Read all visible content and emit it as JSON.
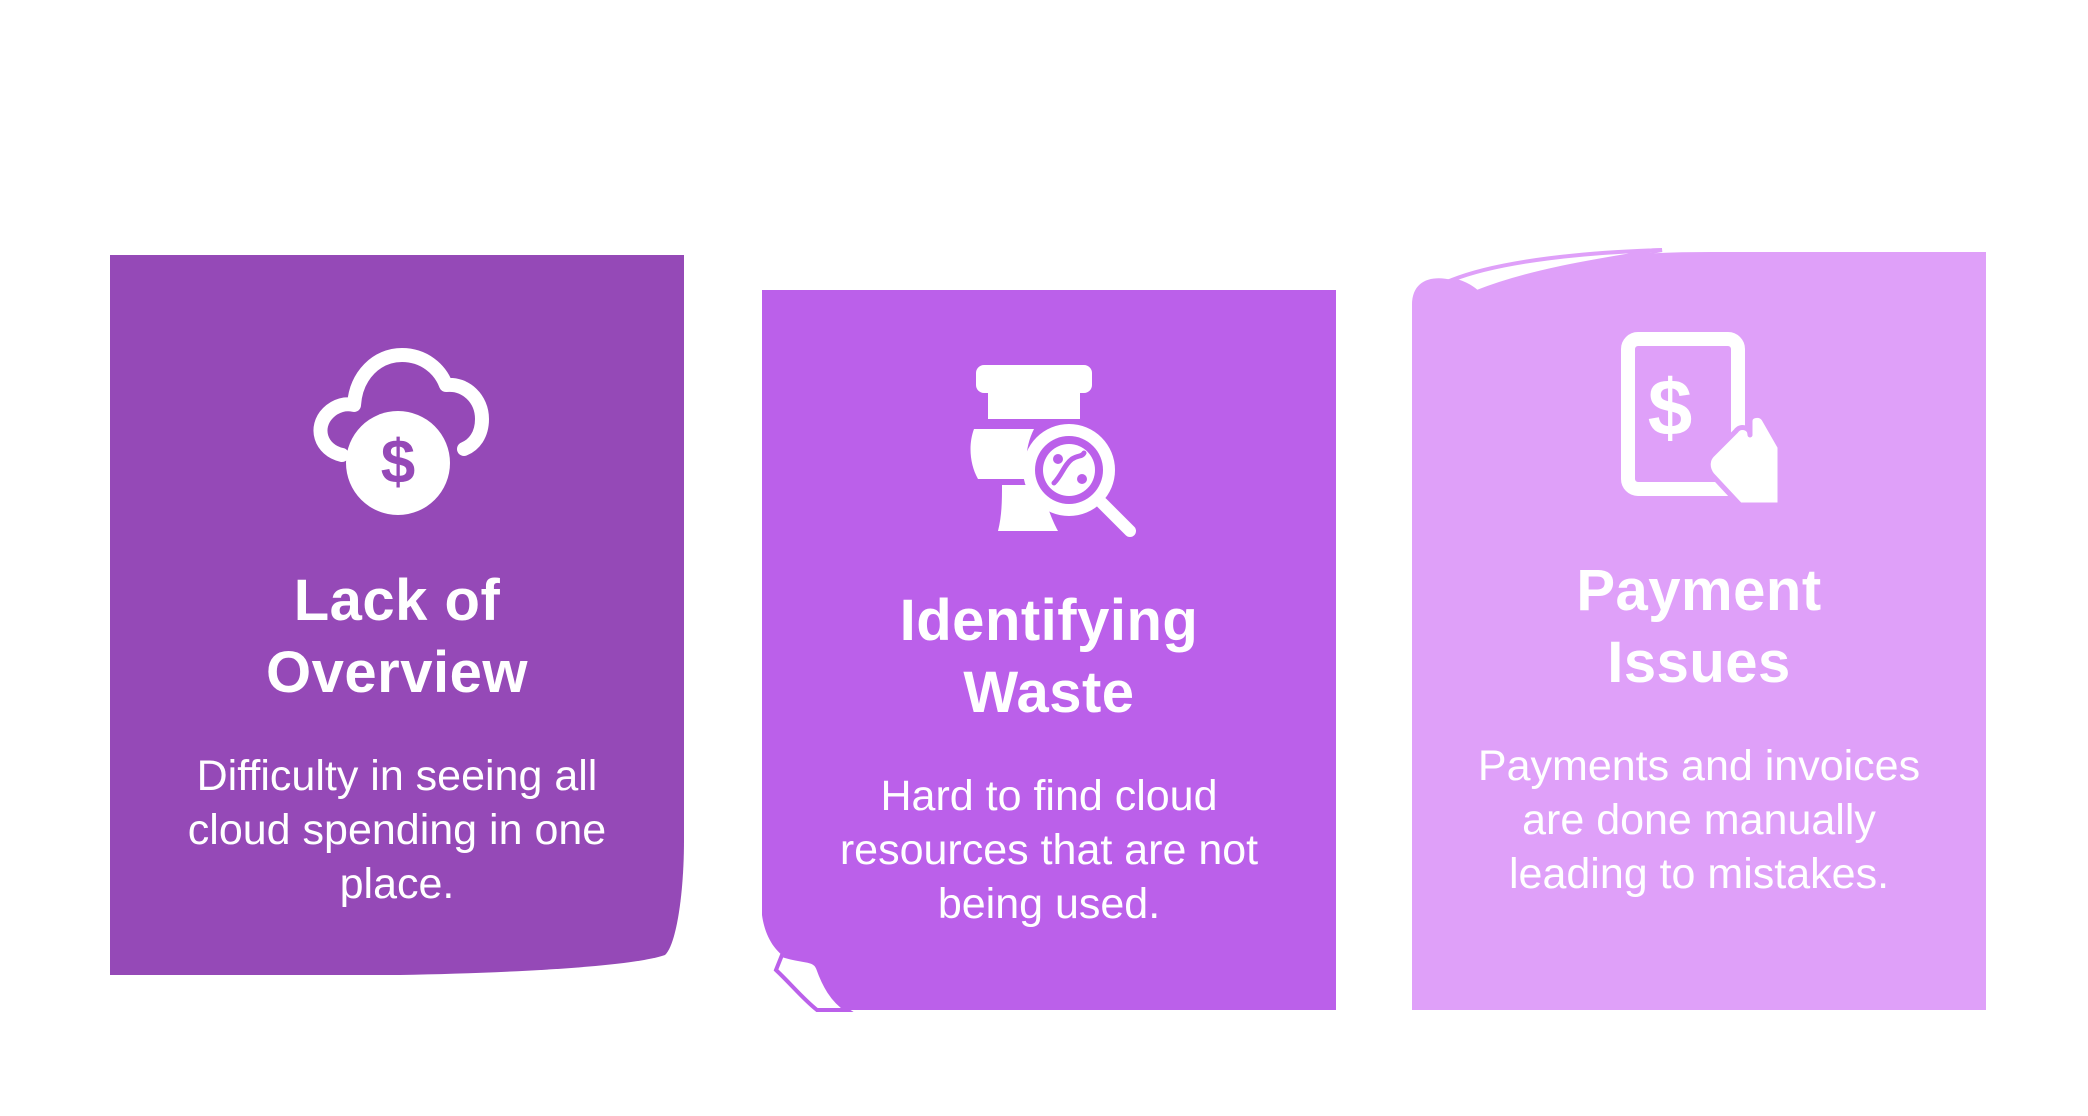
{
  "colors": {
    "card_1": "#9549b7",
    "card_2": "#bb60ea",
    "card_3": "#dfa0f9",
    "text": "#ffffff"
  },
  "cards": [
    {
      "icon": "cloud-dollar-icon",
      "title_line_1": "Lack of",
      "title_line_2": "Overview",
      "description": "Difficulty in seeing all cloud spending in one place."
    },
    {
      "icon": "toilet-search-icon",
      "title_line_1": "Identifying",
      "title_line_2": "Waste",
      "description": "Hard to find cloud resources that are not being used."
    },
    {
      "icon": "invoice-payment-icon",
      "title_line_1": "Payment",
      "title_line_2": "Issues",
      "description": "Payments and invoices are done manually leading to mistakes."
    }
  ]
}
